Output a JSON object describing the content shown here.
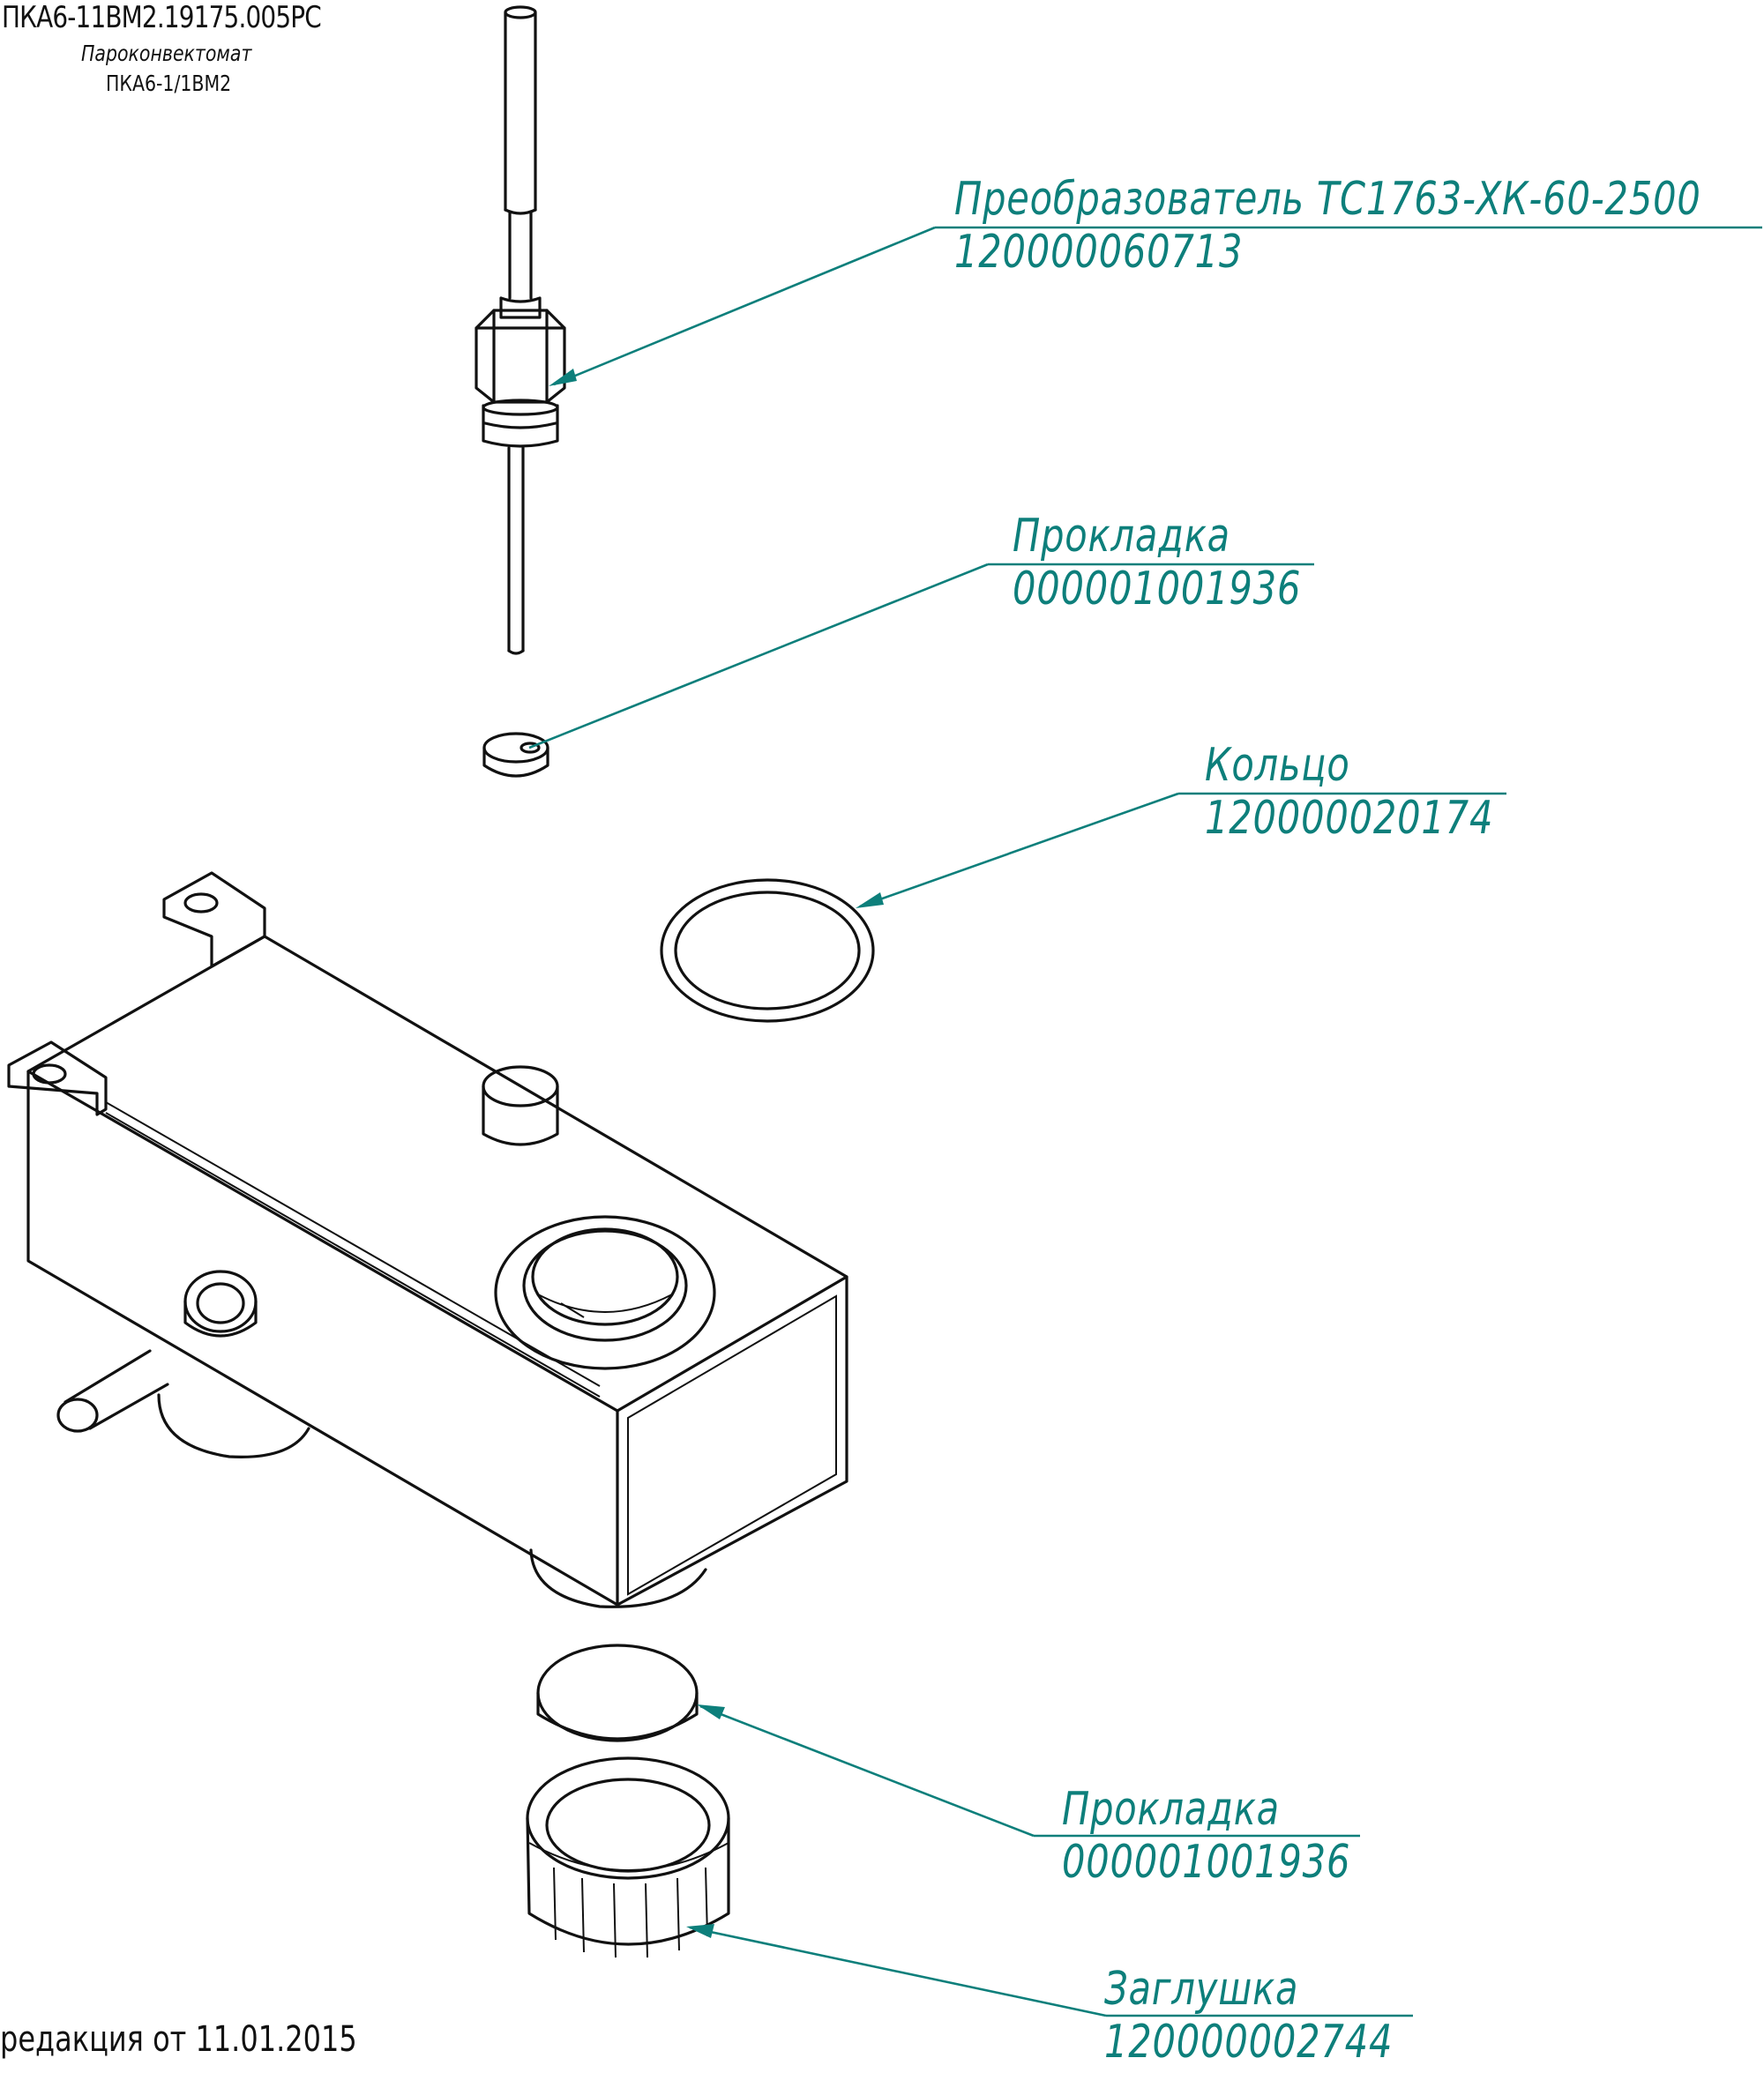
{
  "header": {
    "doc_code": "ПКА6-11ВМ2.19175.005РС",
    "subtitle_line1": "Пароконвектомат",
    "subtitle_line2": "ПКА6-1/1ВМ2"
  },
  "footer": {
    "revision": "редакция от 11.01.2015"
  },
  "callouts": [
    {
      "name": "Преобразователь ТС1763-ХК-60-2500",
      "part_number": "120000060713"
    },
    {
      "name": "Прокладка",
      "part_number": "000001001936"
    },
    {
      "name": "Кольцо",
      "part_number": "120000020174"
    },
    {
      "name": "Прокладка",
      "part_number": "000001001936"
    },
    {
      "name": "Заглушка",
      "part_number": "120000002744"
    }
  ],
  "colors": {
    "callout": "#0d7f7b",
    "drawing": "#111111"
  }
}
